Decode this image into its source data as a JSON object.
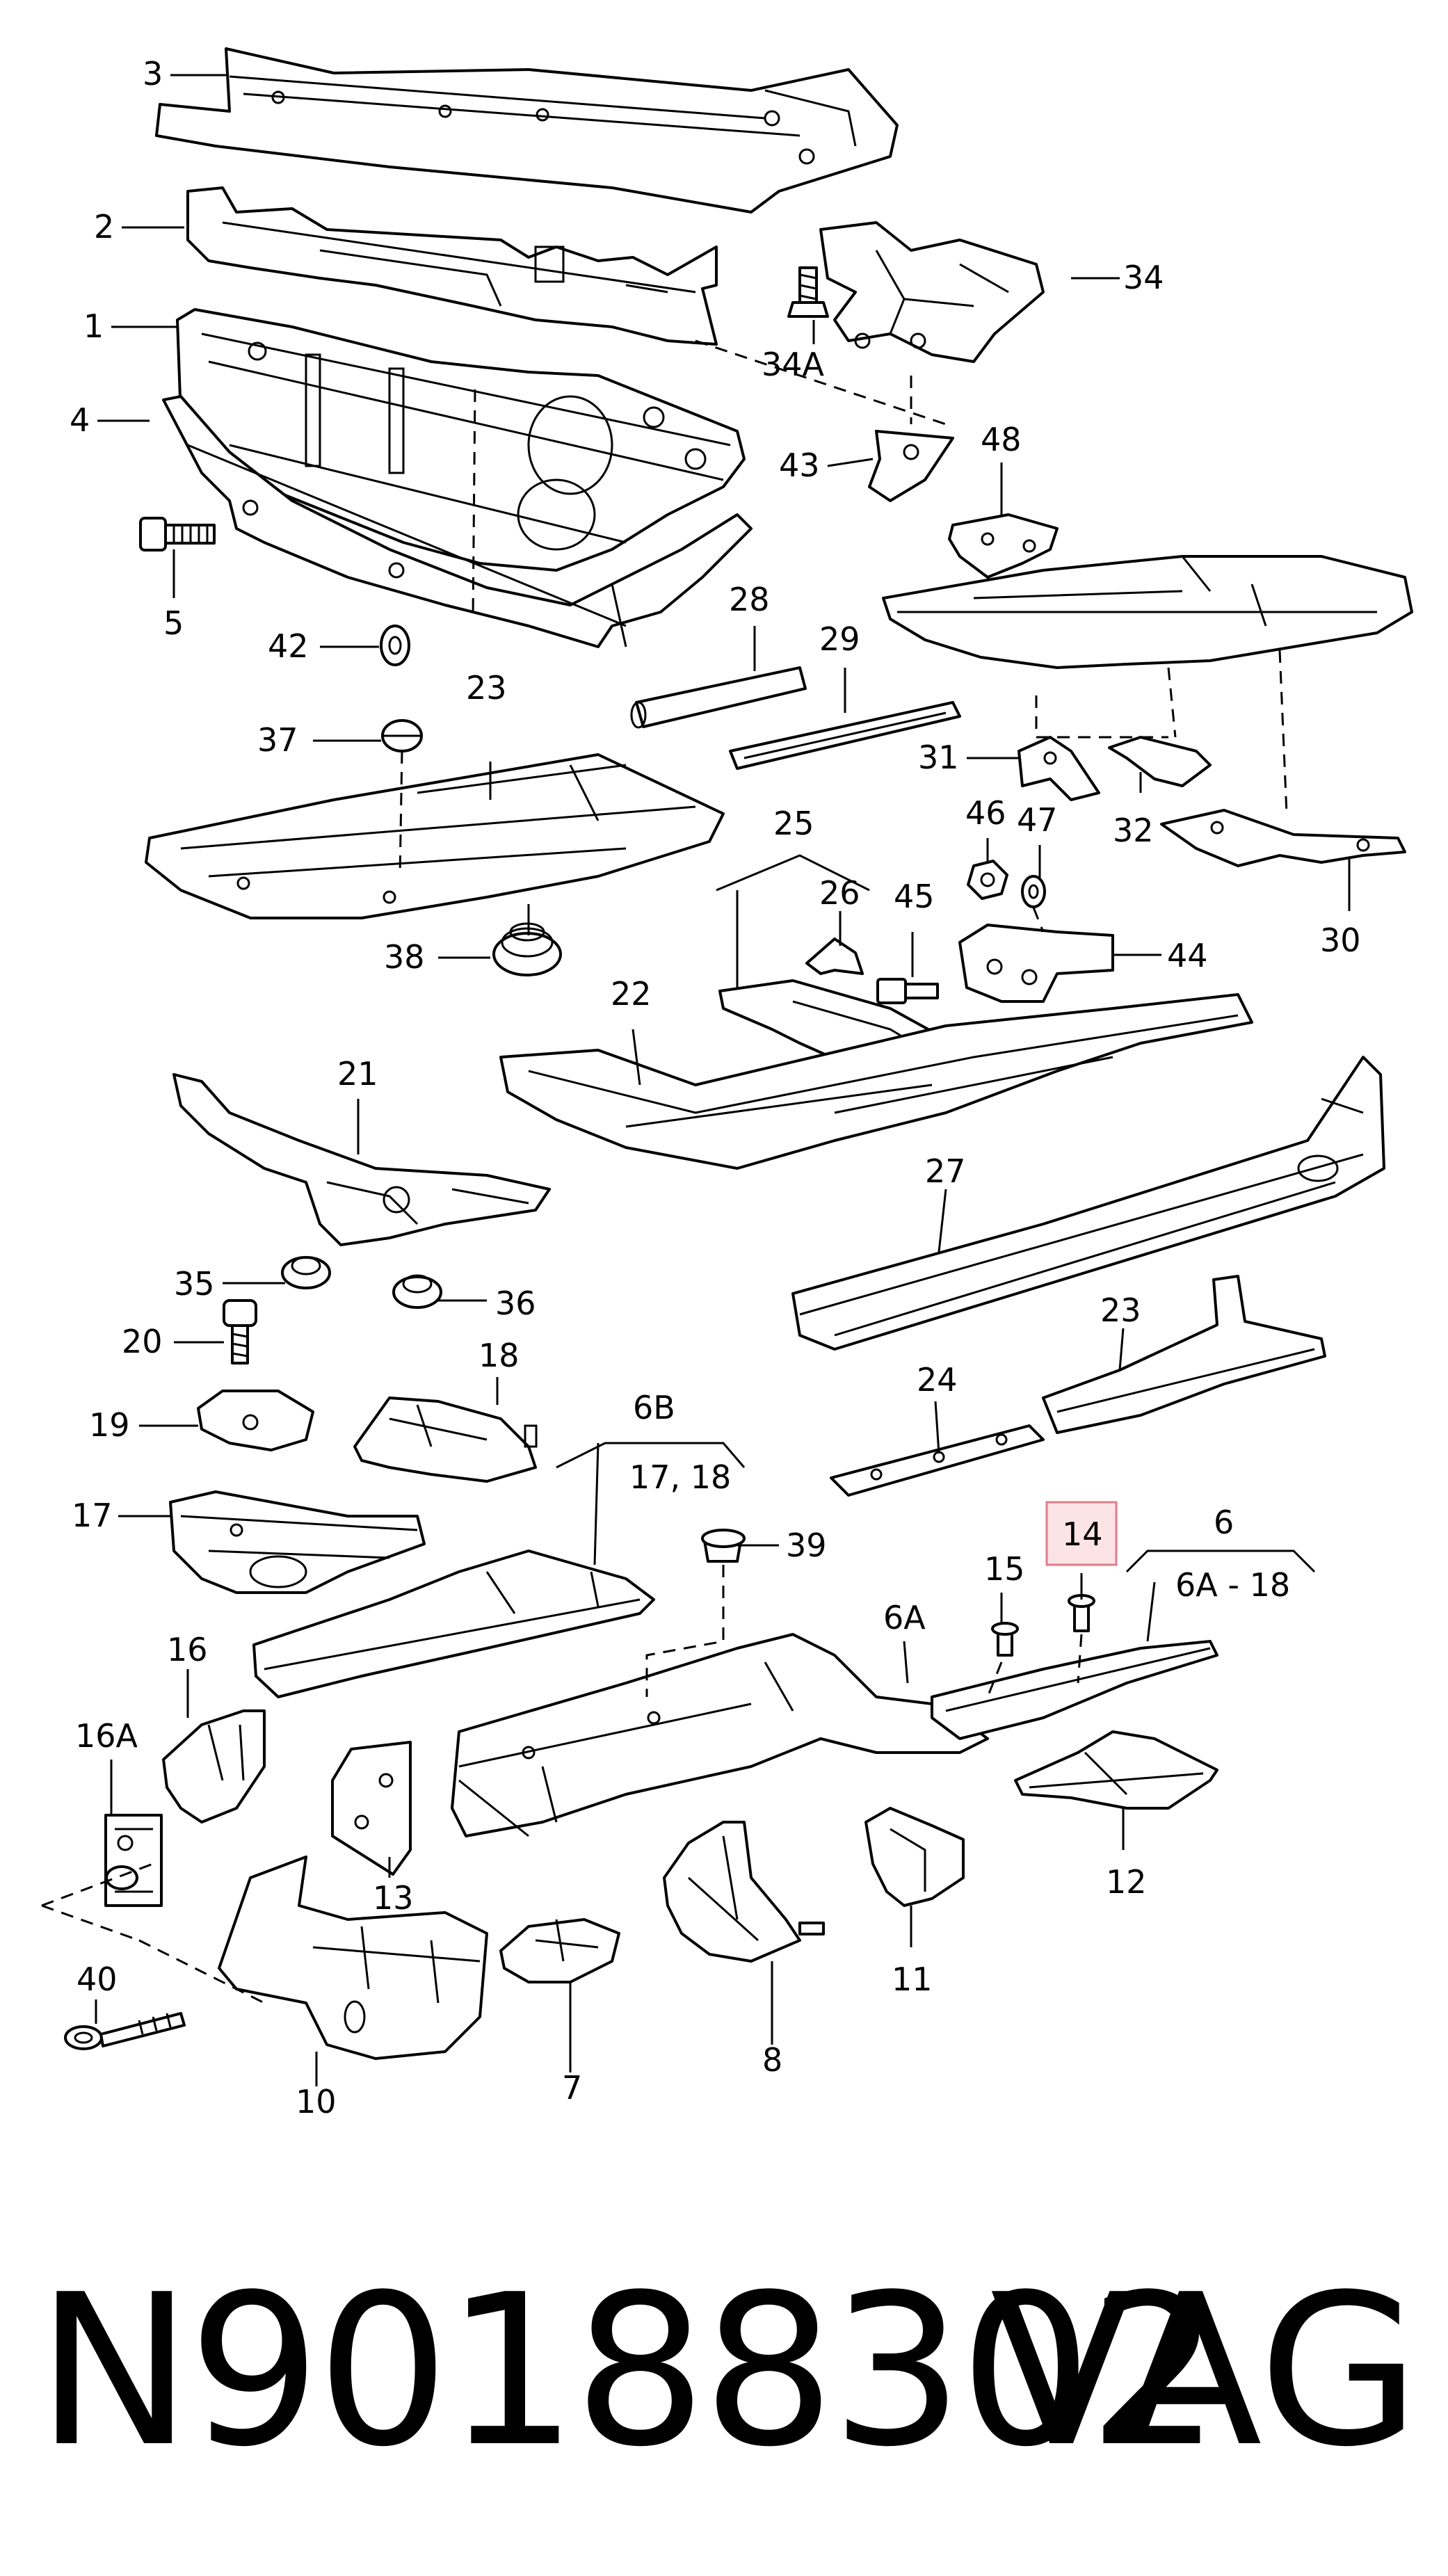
{
  "callouts": {
    "c3": "3",
    "c2": "2",
    "c1": "1",
    "c4": "4",
    "c5": "5",
    "c42": "42",
    "c34": "34",
    "c34a": "34A",
    "c43": "43",
    "c48": "48",
    "c28": "28",
    "c29": "29",
    "c37": "37",
    "c23a": "23",
    "c38": "38",
    "c31": "31",
    "c32": "32",
    "c30": "30",
    "c46": "46",
    "c47": "47",
    "c44": "44",
    "c25": "25",
    "c26": "26",
    "c45": "45",
    "c22": "22",
    "c21": "21",
    "c35": "35",
    "c36": "36",
    "c27": "27",
    "c23b": "23",
    "c24": "24",
    "c20": "20",
    "c18": "18",
    "c19": "19",
    "c6b": "6B",
    "c1718": "17, 18",
    "c17": "17",
    "c39": "39",
    "c14": "14",
    "c15": "15",
    "c6": "6",
    "c6a18": "6A - 18",
    "c6a": "6A",
    "c16": "16",
    "c16a": "16A",
    "c13": "13",
    "c12": "12",
    "c11": "11",
    "c40": "40",
    "c10": "10",
    "c7": "7",
    "c8": "8"
  },
  "highlighted_part": "14",
  "footer": {
    "part_number": "N90188302",
    "brand": "VAG"
  },
  "colors": {
    "line": "#000000",
    "background": "#ffffff",
    "highlight_fill": "#fbe3e6",
    "highlight_border": "#e07c88"
  }
}
